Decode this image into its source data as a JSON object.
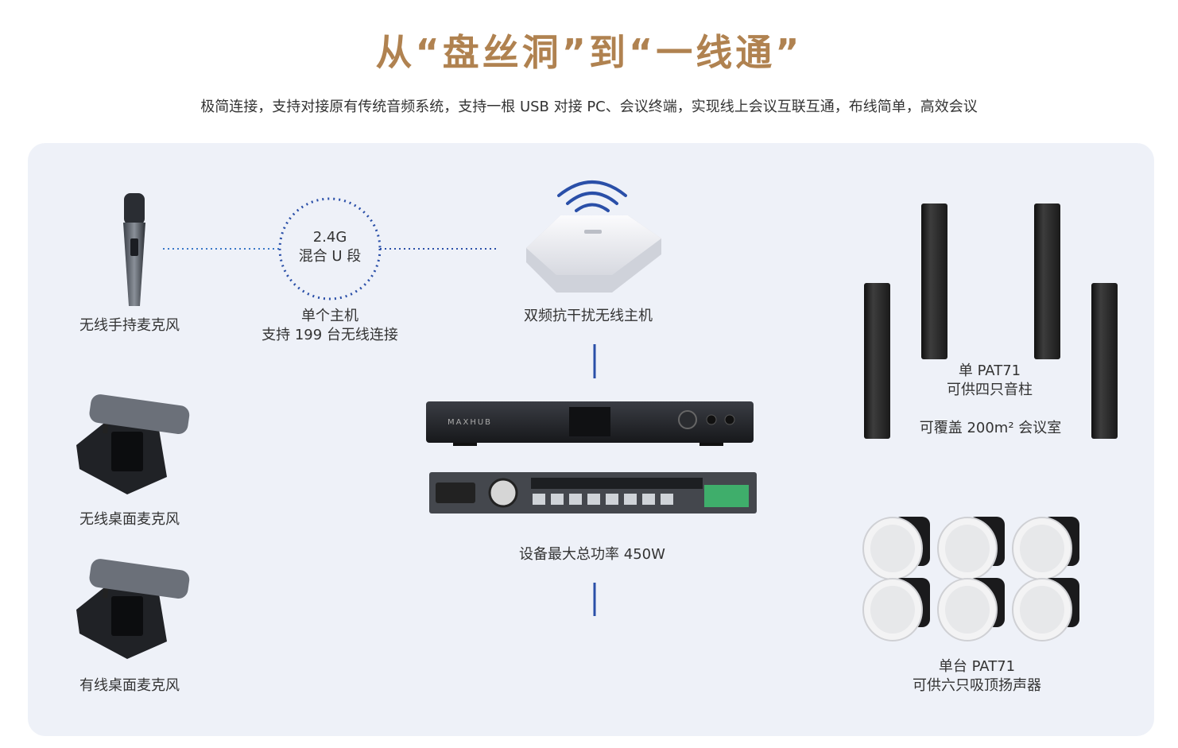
{
  "title": "从“盘丝洞”到“一线通”",
  "subtitle": "极简连接，支持对接原有传统音频系统，支持一根 USB 对接 PC、会议终端，实现线上会议互联互通，布线简单，高效会议",
  "labels": {
    "handheld_mic": "无线手持麦克风",
    "wireless_desk_mic": "无线桌面麦克风",
    "wired_desk_mic": "有线桌面麦克风",
    "band_line1": "2.4G",
    "band_line2": "混合 U 段",
    "host_line1": "单个主机",
    "host_line2": "支持 199 台无线连接",
    "wireless_host": "双频抗干扰无线主机",
    "power": "设备最大总功率 450W",
    "column_line1": "单 PAT71",
    "column_line2": "可供四只音柱",
    "coverage": "可覆盖 200m² 会议室",
    "ceiling_line1": "单台 PAT71",
    "ceiling_line2": "可供六只吸顶扬声器",
    "brand": "MAXHUB"
  },
  "colors": {
    "title": "#b08250",
    "panel": "#eef1f8",
    "line": "#2a4fa8",
    "dotted": "#3a78c8"
  },
  "icons": [
    "handheld-mic-icon",
    "desk-mic-icon",
    "wifi-icon",
    "router-icon",
    "column-speaker-icon",
    "ceiling-speaker-icon",
    "amplifier-icon"
  ]
}
